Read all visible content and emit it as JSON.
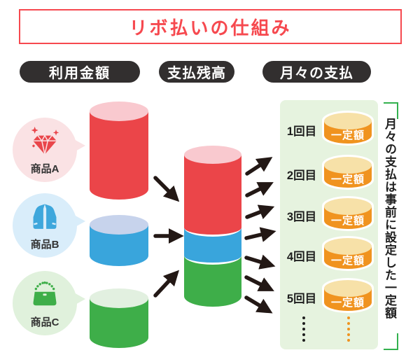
{
  "title": "リボ払いの仕組み",
  "columns": {
    "usage": "利用金額",
    "balance": "支払残高",
    "monthly": "月々の支払"
  },
  "products": [
    {
      "label": "商品A",
      "icon": "diamond-icon",
      "accent": "#E9464B",
      "bubble": "#FAE2E4",
      "cylinder": "#EB4549"
    },
    {
      "label": "商品B",
      "icon": "jacket-icon",
      "accent": "#3EA7DC",
      "bubble": "#D9EDFA",
      "cylinder": "#39A5DC"
    },
    {
      "label": "商品C",
      "icon": "handbag-icon",
      "accent": "#3EAE49",
      "bubble": "#E0F1DC",
      "cylinder": "#3EAE49"
    }
  ],
  "schedule": {
    "rows": [
      {
        "label": "1回目",
        "amount": "一定額"
      },
      {
        "label": "2回目",
        "amount": "一定額"
      },
      {
        "label": "3回目",
        "amount": "一定額"
      },
      {
        "label": "4回目",
        "amount": "一定額"
      },
      {
        "label": "5回目",
        "amount": "一定額"
      }
    ],
    "note": "月々の支払は事前に設定した一定額"
  },
  "colors": {
    "accent_red": "#F6494F",
    "pill_dark": "#322F2F",
    "arrow": "#231815",
    "orange": "#F0931F",
    "orange_top": "#F7E1A8",
    "panel_green": "#E6F3DF",
    "bracket_green": "#33B14E"
  }
}
